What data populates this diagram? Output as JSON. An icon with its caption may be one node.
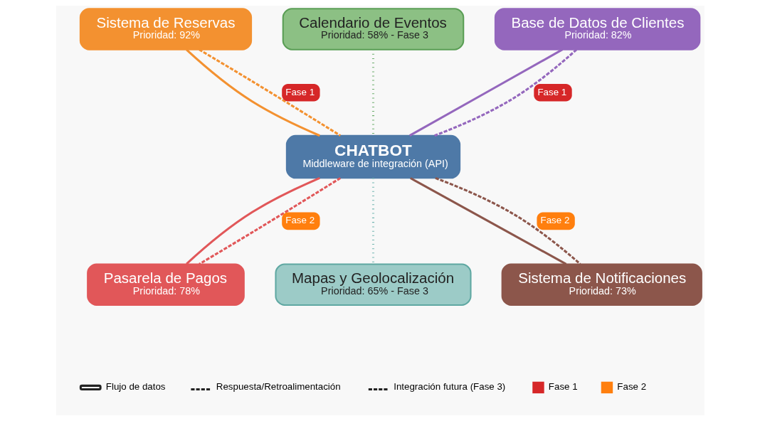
{
  "diagram": {
    "nodes": [
      {
        "text": [
          "CHATBOT",
          "Middleware de integración (API)"
        ]
      },
      {
        "text": [
          "Sistema de Reservas",
          "Prioridad: 92%"
        ]
      },
      {
        "text": [
          "Calendario de Eventos",
          "Prioridad: 58% - Fase 3"
        ]
      },
      {
        "text": [
          "Base de Datos de Clientes",
          "Prioridad: 82%"
        ]
      },
      {
        "text": [
          "Pasarela de Pagos",
          "Prioridad: 78%"
        ]
      },
      {
        "text": [
          "Mapas y Geolocalización",
          "Prioridad: 65% - Fase 3"
        ]
      },
      {
        "text": [
          "Sistema de Notificaciones",
          "Prioridad: 73%"
        ]
      }
    ],
    "edges": [
      {
        "from": 1,
        "to": 0,
        "arrow": "none",
        "color": "#f39130"
      },
      {
        "from": 1,
        "to": 0,
        "arrow": "none",
        "style": "dashed",
        "color": "#f39130",
        "label": "Fase 1"
      },
      {
        "from": 3,
        "to": 0,
        "arrow": "none",
        "color": "#9467bd"
      },
      {
        "from": 3,
        "to": 0,
        "arrow": "none",
        "style": "dashed",
        "color": "#9467bd",
        "label": "Fase 1"
      },
      {
        "from": 2,
        "to": 0,
        "arrow": "none",
        "style": "dashed",
        "color": "#6fae6f"
      },
      {
        "from": 0,
        "to": 4,
        "arrow": "none",
        "color": "#e15759"
      },
      {
        "from": 0,
        "to": 4,
        "arrow": "none",
        "style": "dashed",
        "color": "#e15759",
        "label": "Fase 2"
      },
      {
        "from": 0,
        "to": 6,
        "arrow": "none",
        "color": "#8c564b"
      },
      {
        "from": 0,
        "to": 6,
        "arrow": "none",
        "style": "dashed",
        "color": "#8c564b",
        "label": "Fase 2"
      },
      {
        "from": 0,
        "to": 5,
        "arrow": "none",
        "style": "dashed",
        "color": "#76b7b2"
      }
    ],
    "legend": [
      {
        "text": "Flujo de datos"
      },
      {
        "text": "Respuesta/Retroalimentación"
      },
      {
        "text": "Integración futura (Fase 3)"
      },
      {
        "text": "Fase 1",
        "color": "#d62728"
      },
      {
        "text": "Fase 2",
        "color": "#ff7f0e"
      }
    ]
  }
}
